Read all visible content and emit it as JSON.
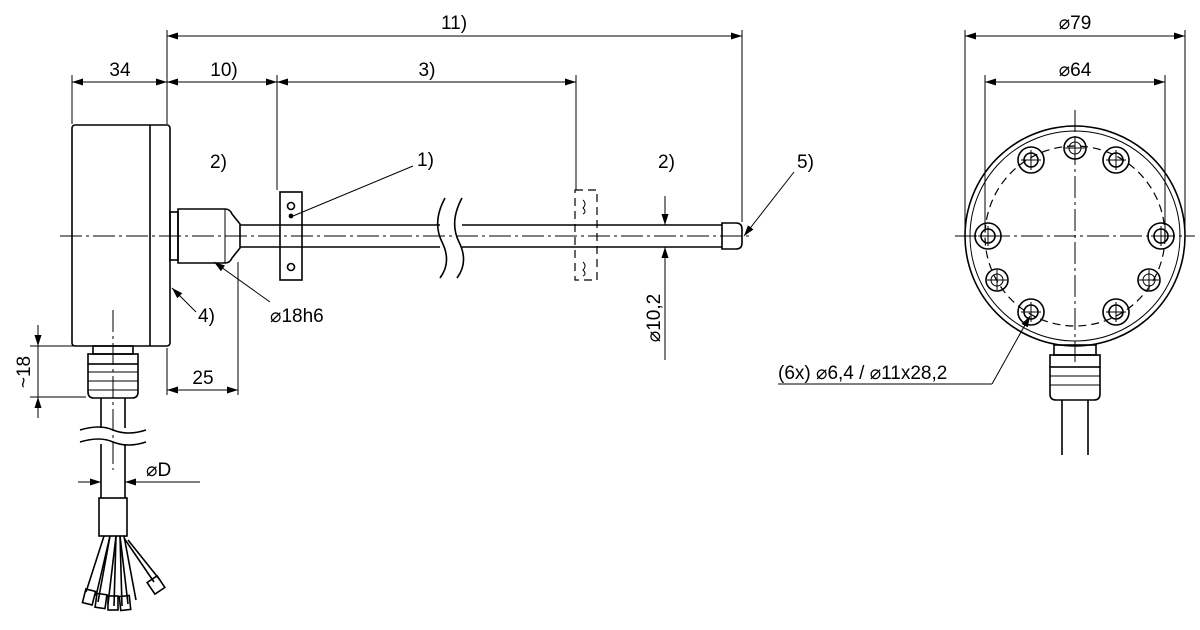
{
  "side_view": {
    "dim_overall": "11)",
    "dim_housing_depth": "34",
    "dim_neck": "10)",
    "dim_insertion": "3)",
    "dim_gland_height": "~18",
    "dim_neck_length": "25",
    "dim_shaft_diameter": "⌀18h6",
    "dim_probe_diameter": "⌀10,2",
    "dim_cable_diameter": "⌀D",
    "callout_1": "1)",
    "callout_2_left": "2)",
    "callout_2_right": "2)",
    "callout_4": "4)",
    "callout_5": "5)"
  },
  "rear_view": {
    "dim_outer_diameter": "⌀79",
    "dim_bolt_circle": "⌀64",
    "dim_holes": "(6x) ⌀6,4 / ⌀11x28,2"
  }
}
